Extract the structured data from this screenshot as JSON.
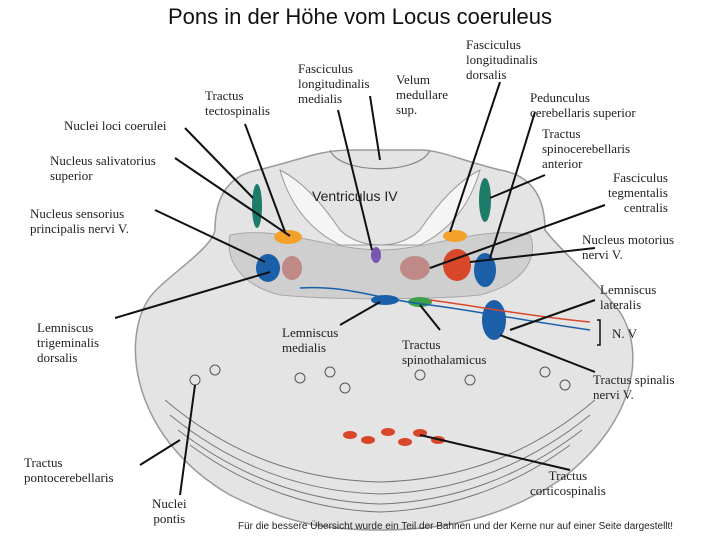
{
  "title": "Pons in der Höhe vom Locus coeruleus",
  "footnote": "Für die bessere Übersicht wurde ein Teil der Bahnen und der Kerne nur auf einer Seite dargestellt!",
  "ventricle_label": "Ventriculus IV",
  "labels": {
    "nuclei_loci_coerulei": "Nuclei loci coerulei",
    "tractus_tectospinalis": "Tractus\ntectospinalis",
    "fasciculus_long_medialis": "Fasciculus\nlongitudinalis\nmedialis",
    "velum_medullare": "Velum\nmedullare\nsup.",
    "fasciculus_long_dorsalis": "Fasciculus\nlongitudinalis\ndorsalis",
    "pedunculus_cerebellaris": "Pedunculus\ncerebellaris superior",
    "tractus_spinocerebellaris": "Tractus\nspinocerebellaris\nanterior",
    "fasciculus_tegmentalis": "Fasciculus\ntegmentalis\ncentralis",
    "nucleus_salivatorius": "Nucleus salivatorius\nsuperior",
    "nucleus_sensorius": "Nucleus sensorius\nprincipalis nervi V.",
    "nucleus_motorius": "Nucleus motorius\nnervi V.",
    "lemniscus_lateralis": "Lemniscus\nlateralis",
    "lemniscus_trigeminalis": "Lemniscus\ntrigeminalis\ndorsalis",
    "lemniscus_medialis": "Lemniscus\nmedialis",
    "tractus_spinothalamicus": "Tractus\nspinothalamicus",
    "nerve_v": "N. V",
    "tractus_spinalis": "Tractus spinalis\nnervi V.",
    "tractus_pontocerebellaris": "Tractus\npontocerebellaris",
    "nuclei_pontis": "Nuclei\npontis",
    "tractus_corticospinalis": "Tractus\ncorticospinalis"
  },
  "colors": {
    "tissue": "#e4e4e4",
    "grey_matter": "#bdbdbd",
    "red": "#d9472a",
    "blue": "#1b5fa8",
    "orange": "#f2a22a",
    "teal": "#1d7b6a",
    "purple": "#7a56b2",
    "pink": "#c08a88",
    "green": "#3aa04a"
  }
}
